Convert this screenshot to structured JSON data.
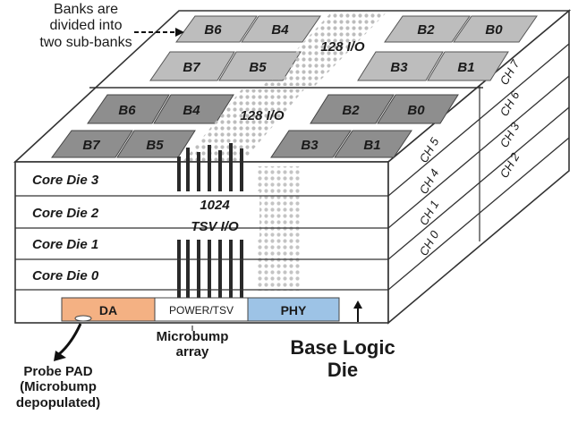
{
  "annotations": {
    "banks_split": "Banks are\ndivided into\ntwo sub-banks",
    "microbump": "Microbump\narray",
    "base_logic": "Base Logic\nDie",
    "probe_pad": "Probe PAD\n(Microbump\ndepopulated)"
  },
  "top_layer": {
    "back_left": [
      "B6",
      "B4"
    ],
    "back_right": [
      "B2",
      "B0"
    ],
    "front_left": [
      "B7",
      "B5"
    ],
    "front_right": [
      "B3",
      "B1"
    ],
    "io_label": "128 I/O"
  },
  "second_layer": {
    "back_left": [
      "B6",
      "B4"
    ],
    "back_right": [
      "B2",
      "B0"
    ],
    "front_left": [
      "B7",
      "B5"
    ],
    "front_right": [
      "B3",
      "B1"
    ],
    "io_label": "128 I/O"
  },
  "core_dies": [
    "Core Die 3",
    "Core Die 2",
    "Core Die 1",
    "Core Die 0"
  ],
  "tsv_label": [
    "1024",
    "TSV I/O"
  ],
  "base_blocks": {
    "da": "DA",
    "power_tsv": "POWER/TSV",
    "phy": "PHY"
  },
  "channels": {
    "col1": [
      "CH 5",
      "CH 4",
      "CH 1",
      "CH 0"
    ],
    "col2": [
      "CH 7",
      "CH 6",
      "CH 3",
      "CH 2"
    ]
  },
  "colors": {
    "bank_light": "#bdbdbd",
    "bank_dark": "#8e8e8e",
    "da": "#f4b183",
    "phy": "#9dc3e6",
    "edge": "#333333"
  }
}
